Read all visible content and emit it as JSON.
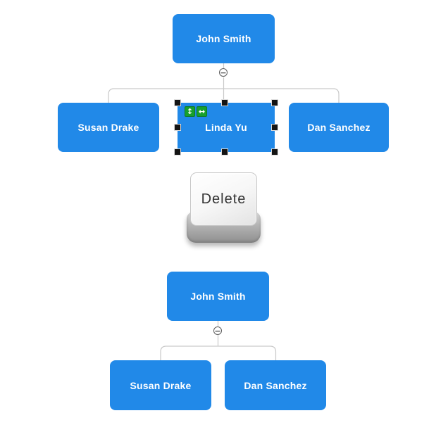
{
  "icons": {
    "collapse_minus": "−",
    "move_vertical": "↕",
    "move_horizontal": "↔"
  },
  "colors": {
    "node_fill": "#2189E8",
    "node_text": "#FFFFFF",
    "connector": "#C9C9C9",
    "selection_handle": "#141414",
    "selection_badge_green": "#17A02E",
    "key_text": "#333333"
  },
  "chart_before": {
    "root": {
      "label": "John Smith"
    },
    "children": [
      {
        "label": "Susan Drake",
        "selected": false
      },
      {
        "label": "Linda Yu",
        "selected": true
      },
      {
        "label": "Dan Sanchez",
        "selected": false
      }
    ]
  },
  "action": {
    "key_label": "Delete"
  },
  "chart_after": {
    "root": {
      "label": "John Smith"
    },
    "children": [
      {
        "label": "Susan Drake"
      },
      {
        "label": "Dan Sanchez"
      }
    ]
  }
}
